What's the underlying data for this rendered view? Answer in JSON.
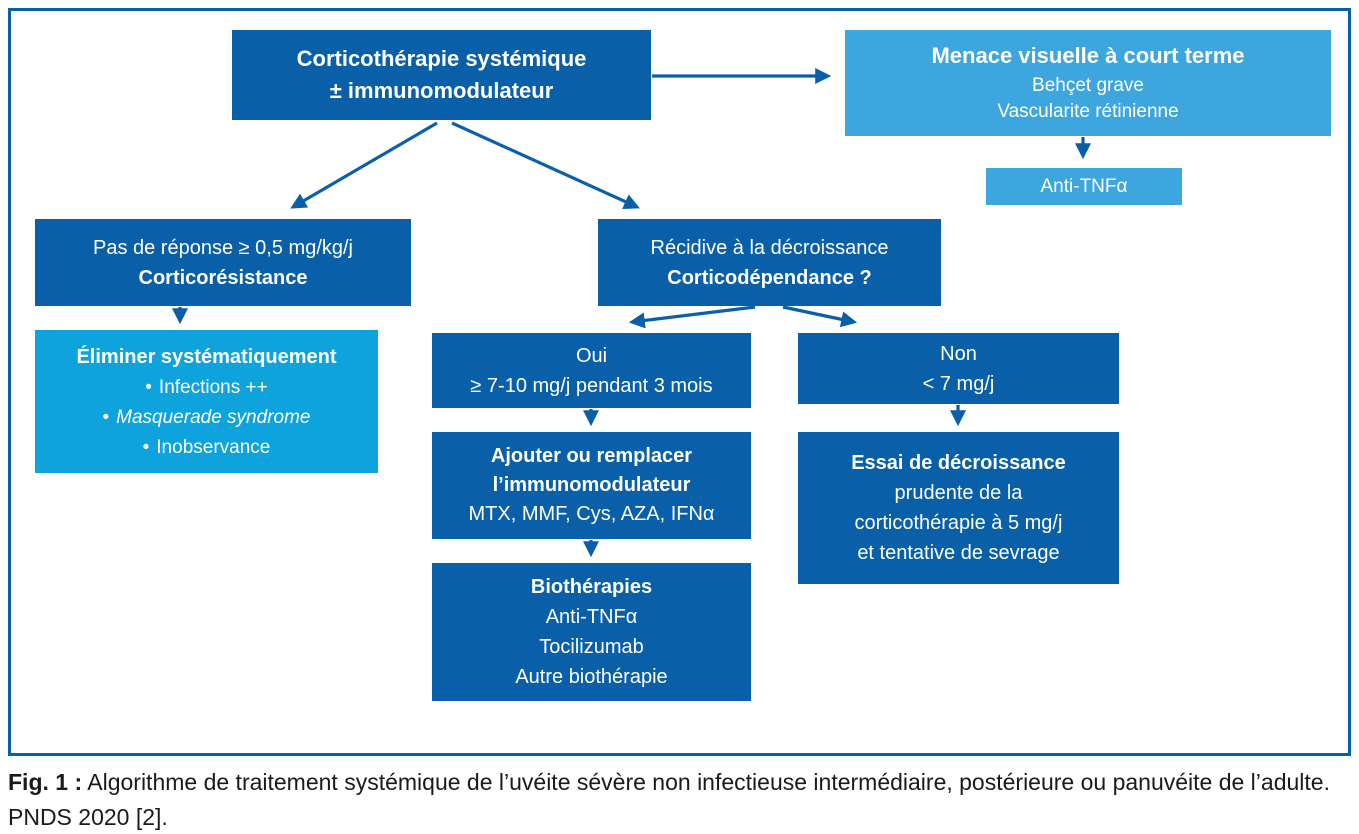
{
  "colors": {
    "dark_blue": "#0a5fa9",
    "light_blue": "#3ea6de",
    "cyan_blue": "#0fa3de",
    "arrow": "#0a5fa9",
    "caption_text": "#1a1a1a",
    "background": "#ffffff"
  },
  "flowchart": {
    "root": {
      "line1": "Corticothérapie systémique",
      "line2": "± immunomodulateur"
    },
    "menace": {
      "title": "Menace visuelle à court terme",
      "line1": "Behçet grave",
      "line2": "Vascularite rétinienne"
    },
    "anti_tnf": {
      "label": "Anti-TNFα"
    },
    "no_response": {
      "line1": "Pas de réponse ≥ 0,5 mg/kg/j",
      "line2": "Corticorésistance"
    },
    "relapse": {
      "line1": "Récidive à la décroissance",
      "line2": "Corticodépendance ?"
    },
    "eliminate": {
      "title": "Éliminer systématiquement",
      "bullet": "•",
      "item1": "Infections ++",
      "item2": "Masquerade syndrome",
      "item3": "Inobservance"
    },
    "oui": {
      "line1": "Oui",
      "line2": "≥ 7-10 mg/j pendant 3 mois"
    },
    "non": {
      "line1": "Non",
      "line2": "< 7 mg/j"
    },
    "add_replace": {
      "line1": "Ajouter ou remplacer",
      "line2": "l’immunomodulateur",
      "line3": "MTX, MMF, Cys, AZA, IFNα"
    },
    "biotherapies": {
      "title": "Biothérapies",
      "line1": "Anti-TNFα",
      "line2": "Tocilizumab",
      "line3": "Autre biothérapie"
    },
    "taper": {
      "line1": "Essai de décroissance",
      "line2": "prudente de la",
      "line3": "corticothérapie à 5 mg/j",
      "line4": "et tentative de sevrage"
    }
  },
  "caption": {
    "label": "Fig. 1 :",
    "text": "Algorithme de traitement systémique de l’uvéite sévère non infectieuse intermédiaire, postérieure ou panuvéite de l’adulte. PNDS 2020 [2]."
  }
}
